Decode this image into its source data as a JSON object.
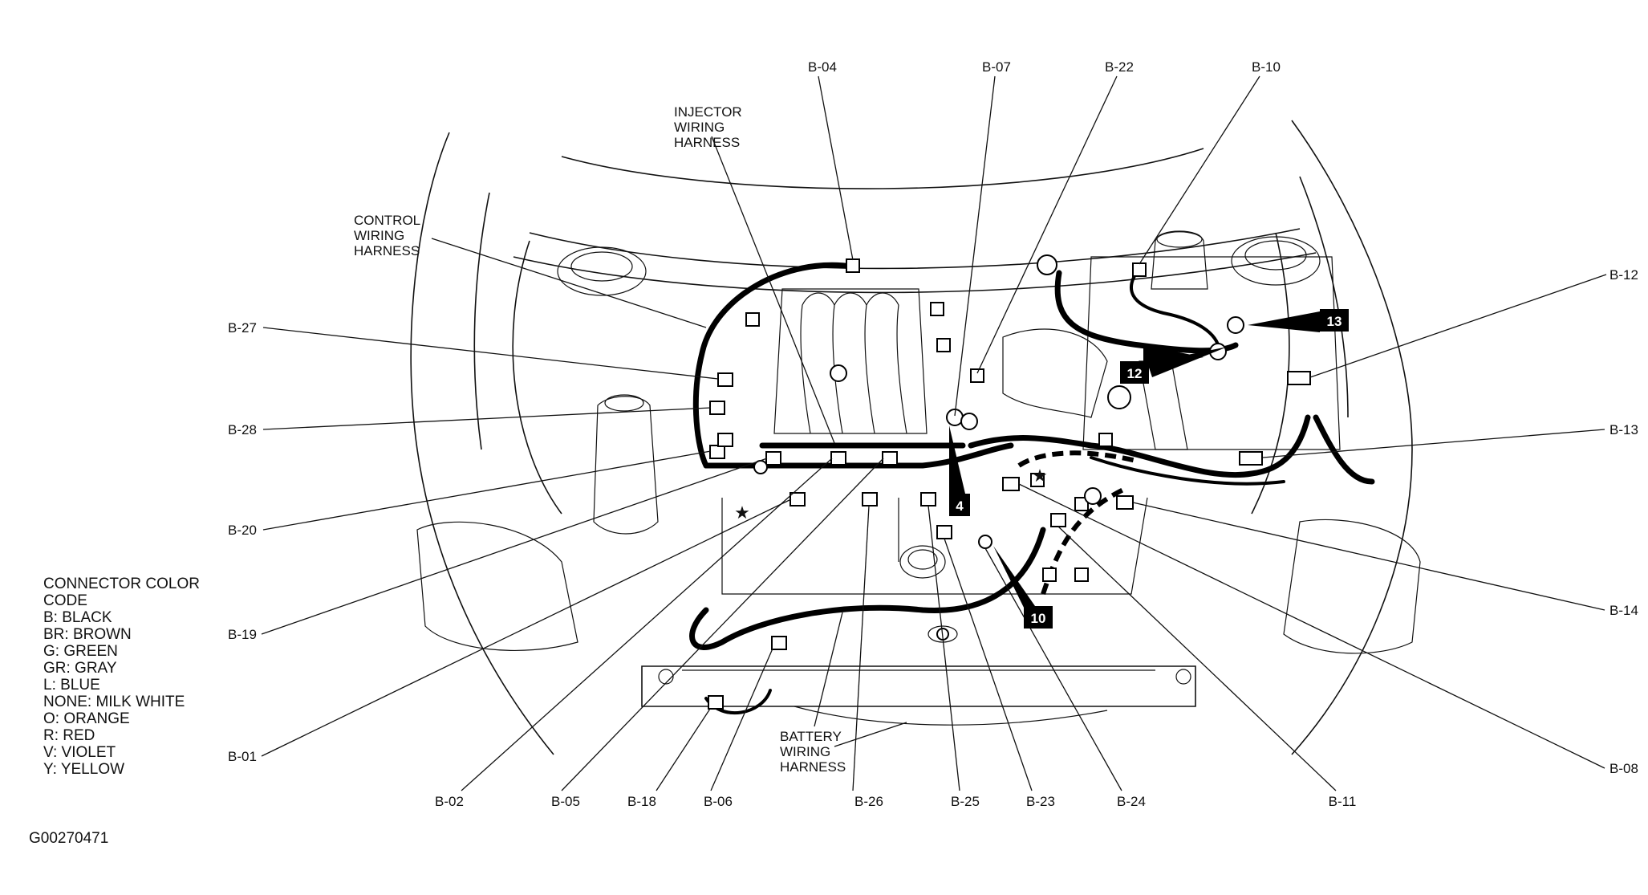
{
  "figure_id": "G00270471",
  "harness_labels": {
    "injector": [
      "INJECTOR",
      "WIRING",
      "HARNESS"
    ],
    "control": [
      "CONTROL",
      "WIRING",
      "HARNESS"
    ],
    "battery": [
      "BATTERY",
      "WIRING",
      "HARNESS"
    ]
  },
  "legend": {
    "title": [
      "CONNECTOR COLOR",
      "CODE"
    ],
    "items": [
      "B: BLACK",
      "BR: BROWN",
      "G: GREEN",
      "GR: GRAY",
      "L: BLUE",
      "NONE: MILK WHITE",
      "O: ORANGE",
      "R: RED",
      "V: VIOLET",
      "Y: YELLOW"
    ]
  },
  "callouts": [
    "4",
    "10",
    "12",
    "13"
  ],
  "connectors": {
    "b04": "B-04",
    "b07": "B-07",
    "b22": "B-22",
    "b10": "B-10",
    "b12": "B-12",
    "b27": "B-27",
    "b28": "B-28",
    "b13": "B-13",
    "b20": "B-20",
    "b19": "B-19",
    "b14": "B-14",
    "b01": "B-01",
    "b08": "B-08",
    "b02": "B-02",
    "b05": "B-05",
    "b18": "B-18",
    "b06": "B-06",
    "b26": "B-26",
    "b25": "B-25",
    "b23": "B-23",
    "b24": "B-24",
    "b11": "B-11"
  },
  "star_marker": "★"
}
